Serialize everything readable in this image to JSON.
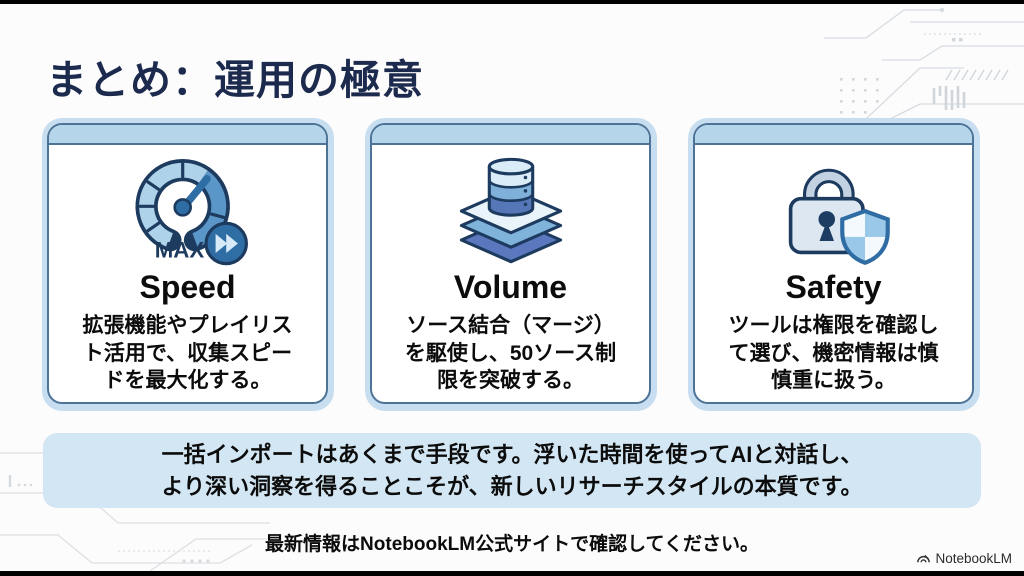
{
  "title": "まとめ：運用の極意",
  "cards": [
    {
      "title": "Speed",
      "icon": "speedometer-max-icon",
      "icon_label": "MAX",
      "lines": [
        "拡張機能やプレイリス",
        "ト活用で、収集スピー",
        "ドを最大化する。"
      ]
    },
    {
      "title": "Volume",
      "icon": "database-layers-icon",
      "lines": [
        "ソース結合（マージ）",
        "を駆使し、50ソース制",
        "限を突破する。"
      ]
    },
    {
      "title": "Safety",
      "icon": "lock-shield-icon",
      "lines": [
        "ツールは権限を確認し",
        "て選び、機密情報は慎",
        "慎重に扱う。"
      ]
    }
  ],
  "banner": {
    "line1": "一括インポートはあくまで手段です。浮いた時間を使ってAIと対話し、",
    "line2": "より深い洞察を得ることこそが、新しいリサーチスタイルの本質です。"
  },
  "footer": {
    "note": "最新情報はNotebookLM公式サイトで確認してください。",
    "brand": "NotebookLM"
  },
  "colors": {
    "title_navy": "#1c2a4e",
    "outline_navy": "#1d3a5f",
    "card_border": "#4d7496",
    "card_strip": "#b5d6ea",
    "card_rim": "#c7def0",
    "banner_blue": "#d3e6f3",
    "steel_blue": "#5b96c8",
    "light_blue": "#aed2ea",
    "needle_blue": "#2f6ea5"
  }
}
